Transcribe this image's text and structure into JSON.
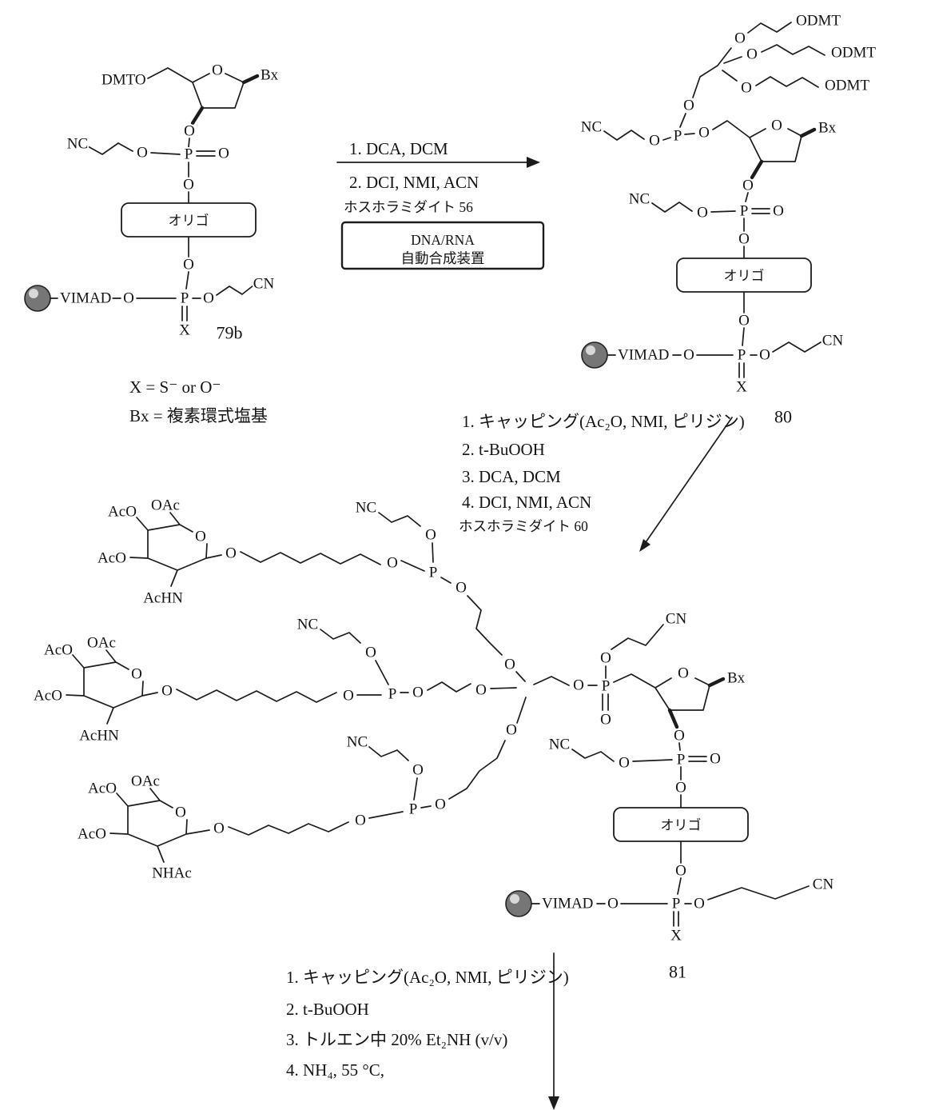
{
  "atoms": {
    "O": "O",
    "P": "P",
    "X": "X",
    "NC": "NC",
    "CN": "CN",
    "Bx": "Bx",
    "DMTO": "DMTO",
    "ODMT": "ODMT",
    "AcO": "AcO",
    "OAc": "OAc",
    "AcHN": "AcHN",
    "NHAc": "NHAc",
    "VIMAD": "VIMAD"
  },
  "labels": {
    "oligo": "オリゴ"
  },
  "compounds": {
    "c79b": "79b",
    "c80": "80",
    "c81": "81"
  },
  "definitions": {
    "x": "X = S⁻ or O⁻",
    "bx": "Bx = 複素環式塩基"
  },
  "step1": {
    "lines": [
      "1. DCA, DCM",
      "2. DCI, NMI, ACN",
      "ホスホラミダイト 56"
    ],
    "box": [
      "DNA/RNA",
      "自動合成装置"
    ]
  },
  "step2": {
    "lines": [
      "1. キャッピング(Ac₂O, NMI, ピリジン)",
      "2. t-BuOOH",
      "3. DCA, DCM",
      "4. DCI, NMI, ACN",
      "ホスホラミダイト 60"
    ]
  },
  "step3": {
    "lines": [
      "1. キャッピング(Ac₂O, NMI, ピリジン)",
      "2. t-BuOOH",
      "3. トルエン中 20% Et₂NH (v/v)",
      "4. NH₄, 55 °C,"
    ]
  }
}
